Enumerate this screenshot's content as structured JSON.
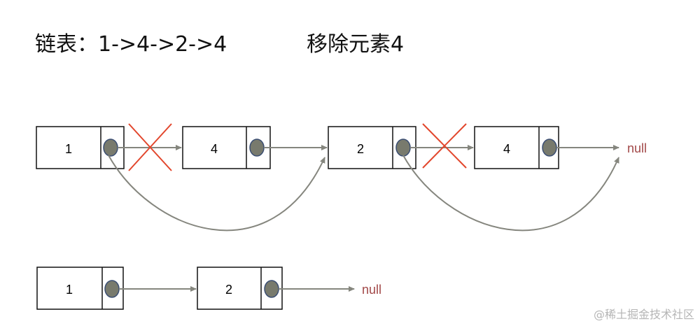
{
  "title": {
    "list": "链表：1->4->2->4",
    "operation": "移除元素4"
  },
  "top_row": {
    "nodes": [
      "1",
      "4",
      "2",
      "4"
    ],
    "tail": "null"
  },
  "bottom_row": {
    "nodes": [
      "1",
      "2"
    ],
    "tail": "null"
  },
  "colors": {
    "null_text": "#a24848",
    "arrow": "#85867e",
    "cross": "#e2462c",
    "pointer_dot": "#787a6d"
  },
  "watermark": "@稀土掘金技术社区"
}
